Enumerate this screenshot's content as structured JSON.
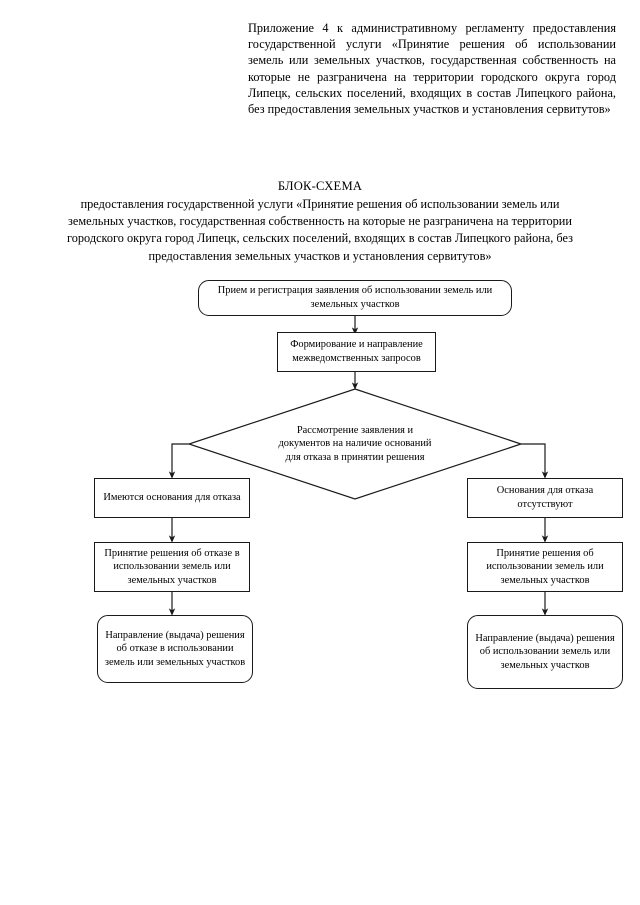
{
  "document": {
    "header_note": "Приложение 4 к административному регламенту предоставления государственной услуги «Принятие решения об использовании земель или земельных участков, государственная собственность на которые не разграничена на территории городского округа город Липецк, сельских поселений, входящих в состав Липецкого района, без предоставления земельных участков и установления сервитутов»",
    "title": "БЛОК-СХЕМА",
    "subtitle": "предоставления государственной услуги «Принятие решения об использовании земель или земельных участков, государственная собственность на которые не разграничена на территории городского округа город Липецк, сельских поселений, входящих в состав Липецкого района, без предоставления земельных участков и установления сервитутов»"
  },
  "flowchart": {
    "nodes": {
      "start": "Прием и регистрация заявления об использовании земель или земельных участков",
      "requests": "Формирование и направление межведомственных запросов",
      "decision": "Рассмотрение заявления и документов на наличие оснований для отказа в принятии решения",
      "refusal_grounds_present": "Имеются основания для отказа",
      "refusal_grounds_absent": "Основания для отказа отсутствуют",
      "decision_refuse": "Принятие решения об отказе в использовании земель или земельных участков",
      "decision_approve": "Принятие решения об использовании земель или земельных участков",
      "issue_refuse": "Направление (выдача) решения об отказе в использовании земель или земельных участков",
      "issue_approve": "Направление (выдача) решения об использовании земель или земельных участков"
    },
    "stroke_color": "#1a1a1a",
    "background_color": "#ffffff"
  }
}
